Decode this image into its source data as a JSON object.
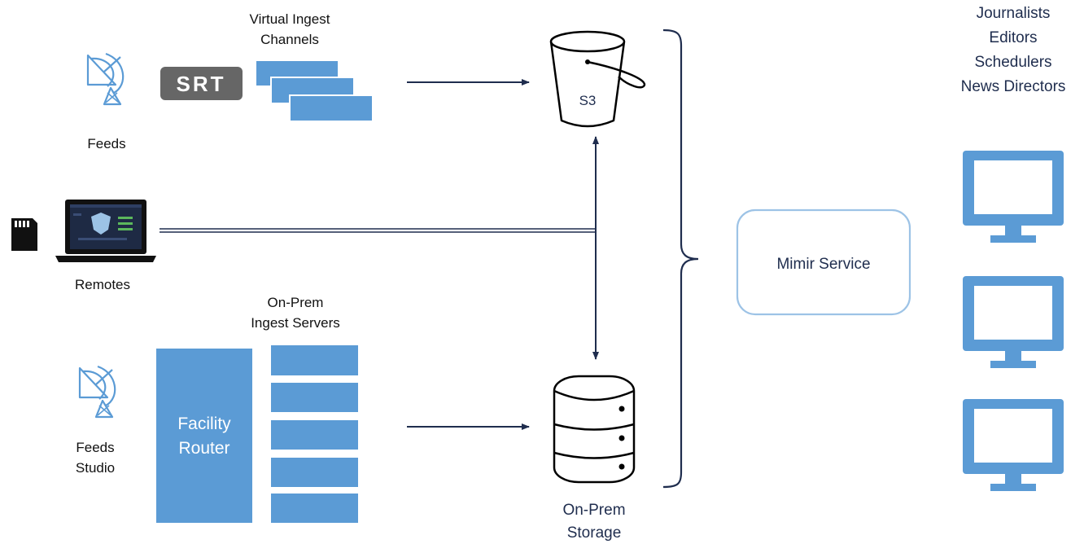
{
  "colors": {
    "accent_blue": "#5b9bd5",
    "navy": "#1f2d4e",
    "arrow": "#1f2d4e",
    "text": "#111111",
    "mimir_border": "#9dc3e6"
  },
  "virtual_ingest": {
    "line1": "Virtual Ingest",
    "line2": "Channels"
  },
  "srt_logo": {
    "text": "SRT",
    "icon": "srt-logo"
  },
  "feeds_top": {
    "label": "Feeds",
    "icon": "satellite-dish-icon"
  },
  "remotes": {
    "label": "Remotes",
    "icons": [
      "sd-card-icon",
      "laptop-icon"
    ]
  },
  "on_prem_ingest": {
    "line1": "On-Prem",
    "line2": "Ingest Servers"
  },
  "feeds_studio": {
    "line1": "Feeds",
    "line2": "Studio",
    "icon": "satellite-dish-icon"
  },
  "facility_router": {
    "line1": "Facility",
    "line2": "Router"
  },
  "s3": {
    "label": "S3",
    "icon": "bucket-icon"
  },
  "storage": {
    "line1": "On-Prem",
    "line2": "Storage",
    "icon": "database-icon"
  },
  "mimir": {
    "label": "Mimir Service"
  },
  "users": {
    "roles": [
      "Journalists",
      "Editors",
      "Schedulers",
      "News Directors"
    ],
    "icon": "monitor-icon",
    "monitor_count": 3
  }
}
